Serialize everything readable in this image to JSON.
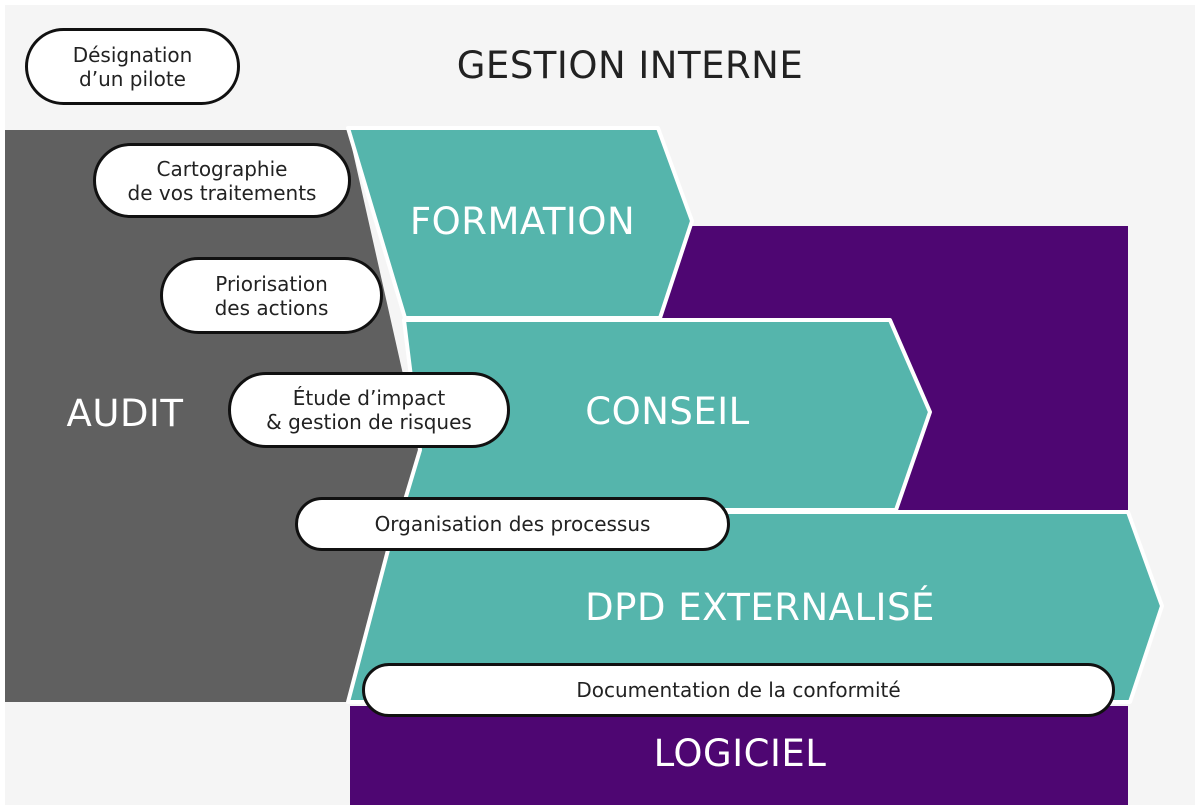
{
  "colors": {
    "background": "#f5f5f5",
    "audit": "#606060",
    "teal": "#55b5ac",
    "purple": "#4e0672",
    "pill_border": "#111111",
    "pill_fill": "#ffffff"
  },
  "zones": {
    "gestion_interne": "GESTION INTERNE",
    "audit": "AUDIT",
    "formation": "FORMATION",
    "conseil": "CONSEIL",
    "dpd_externalise": "DPD EXTERNALISÉ",
    "logiciel": "LOGICIEL"
  },
  "pills": {
    "designation": {
      "line1": "Désignation",
      "line2": "d’un pilote"
    },
    "cartographie": {
      "line1": "Cartographie",
      "line2": "de vos traitements"
    },
    "priorisation": {
      "line1": "Priorisation",
      "line2": "des actions"
    },
    "etude": {
      "line1": "Étude d’impact",
      "line2": "& gestion de risques"
    },
    "organisation": {
      "line1": "Organisation des processus"
    },
    "documentation": {
      "line1": "Documentation de la conformité"
    }
  }
}
